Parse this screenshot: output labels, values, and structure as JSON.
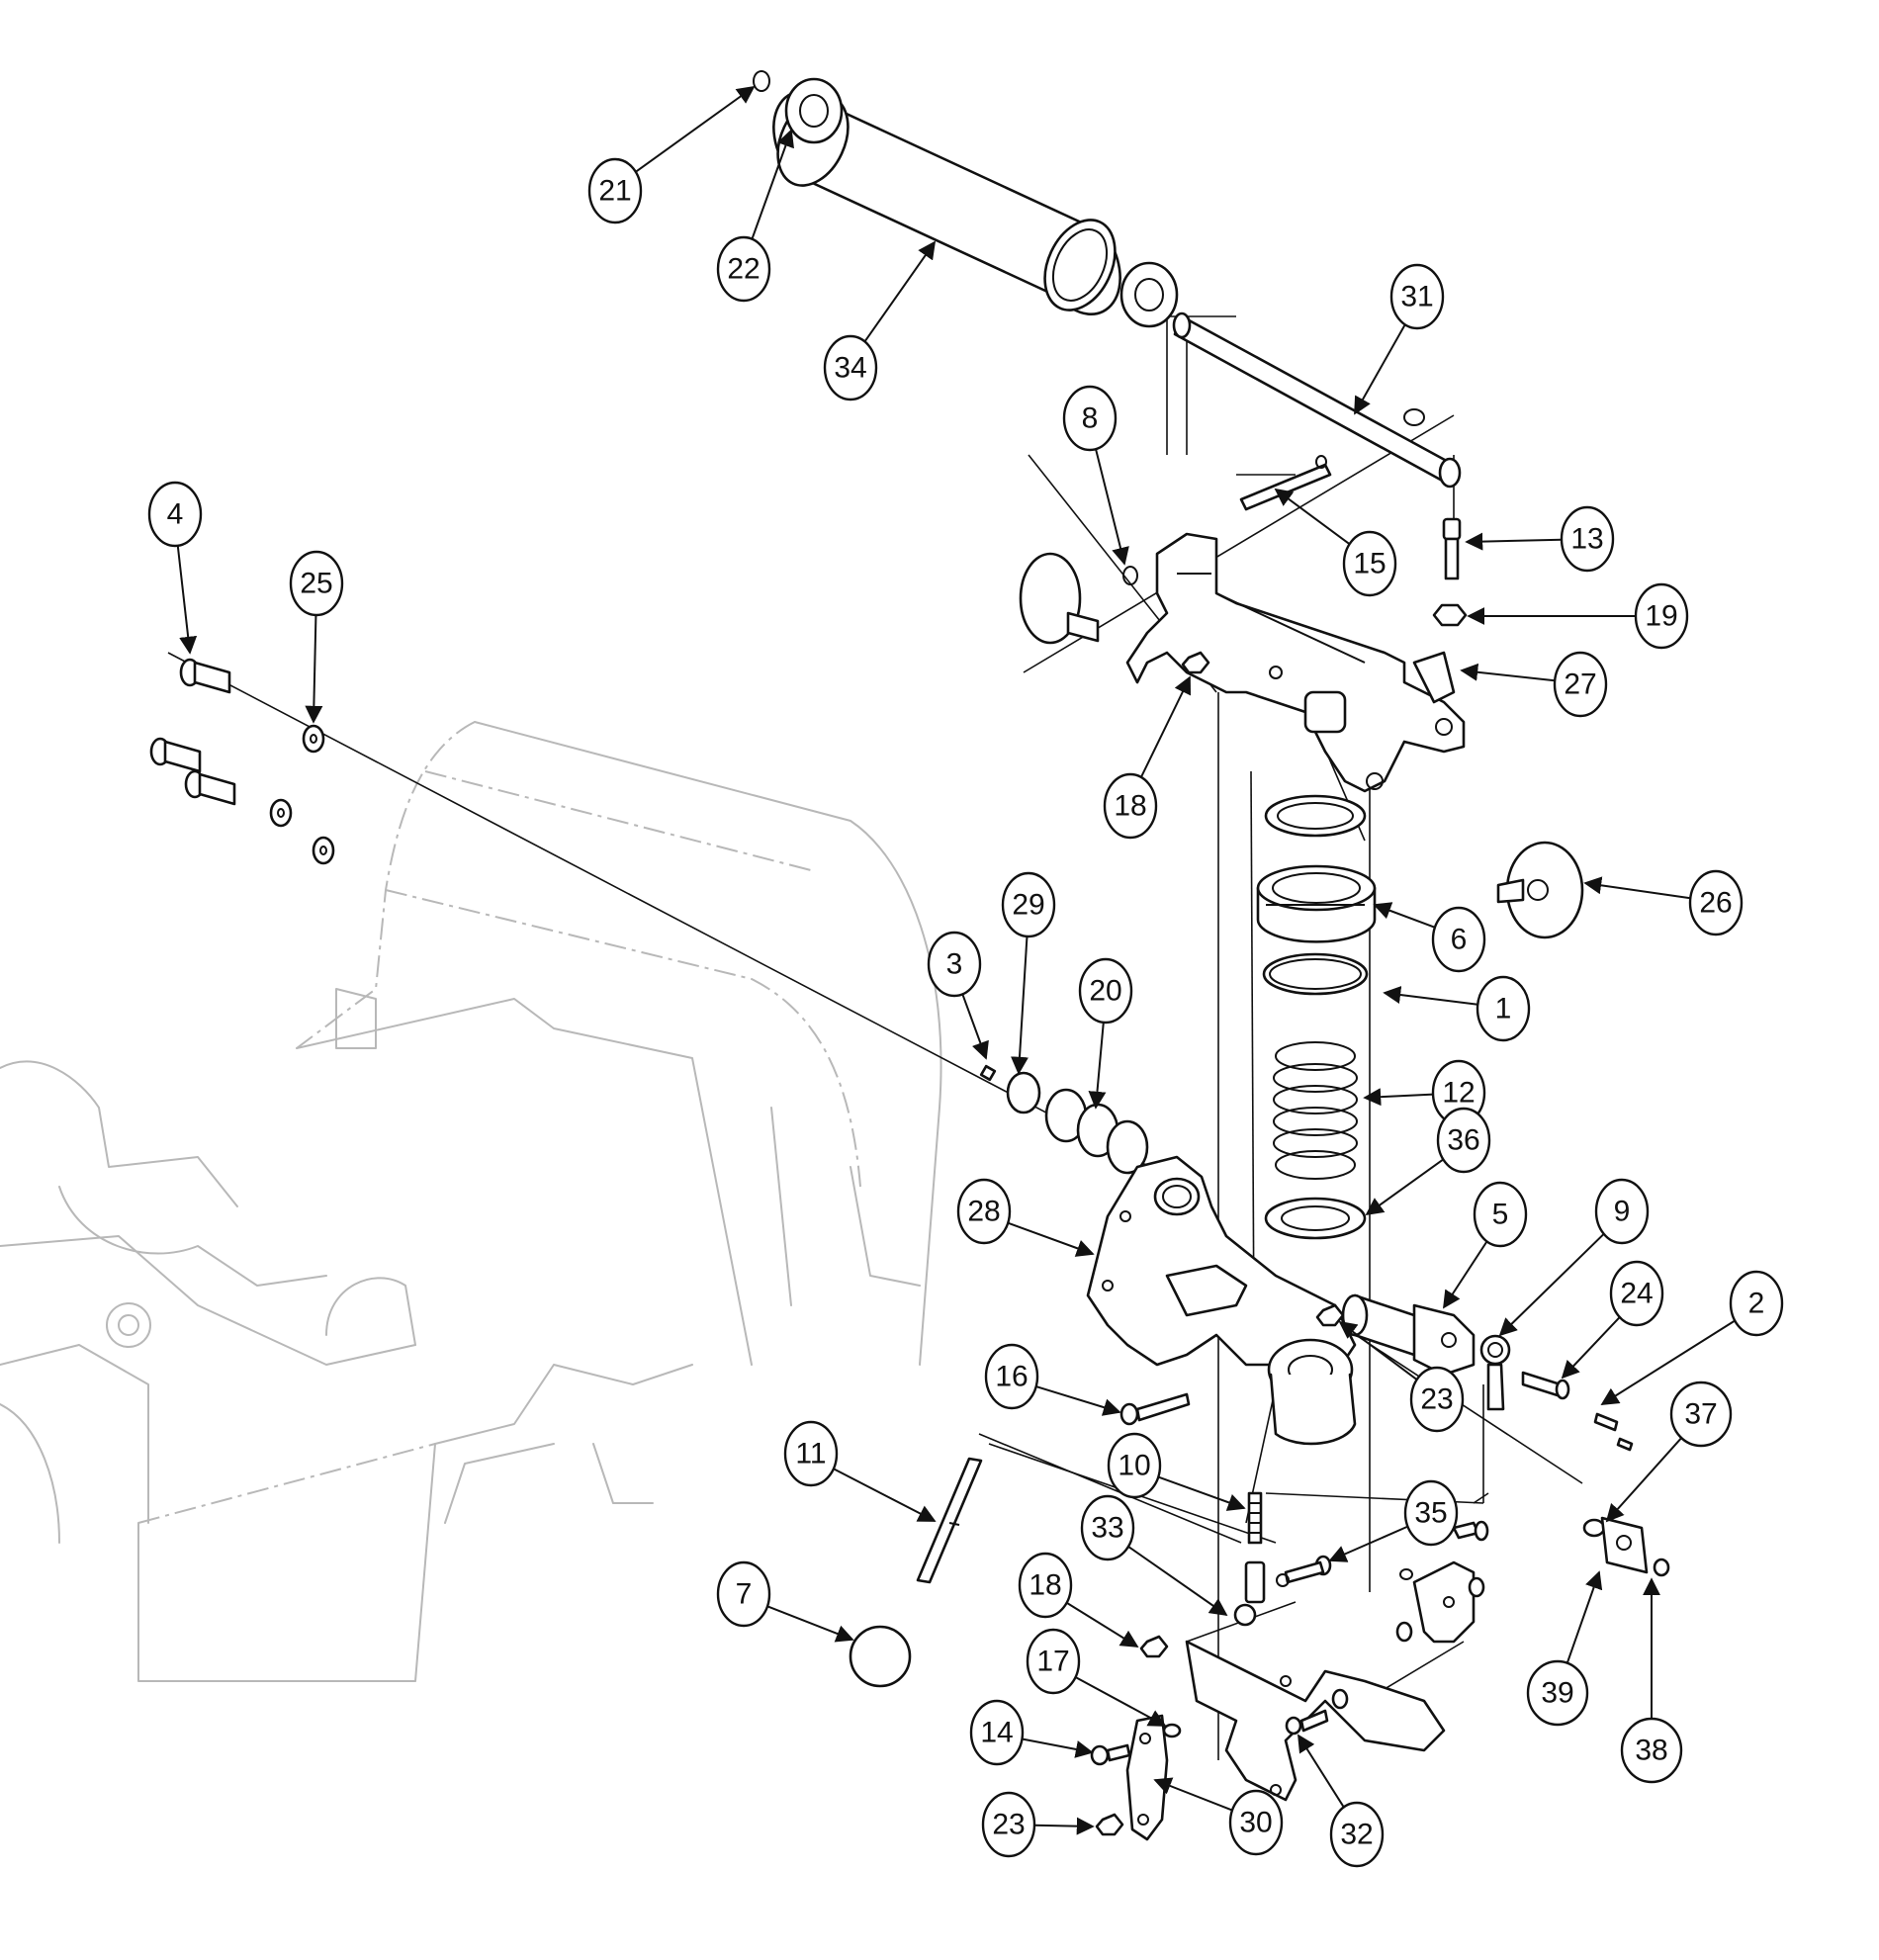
{
  "diagram": {
    "type": "exploded-parts-view",
    "callouts": [
      {
        "id": "c1",
        "label": "1"
      },
      {
        "id": "c2",
        "label": "2"
      },
      {
        "id": "c3",
        "label": "3"
      },
      {
        "id": "c4",
        "label": "4"
      },
      {
        "id": "c5",
        "label": "5"
      },
      {
        "id": "c6",
        "label": "6"
      },
      {
        "id": "c7",
        "label": "7"
      },
      {
        "id": "c8",
        "label": "8"
      },
      {
        "id": "c9",
        "label": "9"
      },
      {
        "id": "c10",
        "label": "10"
      },
      {
        "id": "c11",
        "label": "11"
      },
      {
        "id": "c12",
        "label": "12"
      },
      {
        "id": "c13",
        "label": "13"
      },
      {
        "id": "c14",
        "label": "14"
      },
      {
        "id": "c15",
        "label": "15"
      },
      {
        "id": "c16",
        "label": "16"
      },
      {
        "id": "c17",
        "label": "17"
      },
      {
        "id": "c18a",
        "label": "18"
      },
      {
        "id": "c18b",
        "label": "18"
      },
      {
        "id": "c19",
        "label": "19"
      },
      {
        "id": "c20",
        "label": "20"
      },
      {
        "id": "c21",
        "label": "21"
      },
      {
        "id": "c22",
        "label": "22"
      },
      {
        "id": "c23a",
        "label": "23"
      },
      {
        "id": "c23b",
        "label": "23"
      },
      {
        "id": "c24",
        "label": "24"
      },
      {
        "id": "c25",
        "label": "25"
      },
      {
        "id": "c26",
        "label": "26"
      },
      {
        "id": "c27",
        "label": "27"
      },
      {
        "id": "c28",
        "label": "28"
      },
      {
        "id": "c29",
        "label": "29"
      },
      {
        "id": "c30",
        "label": "30"
      },
      {
        "id": "c31",
        "label": "31"
      },
      {
        "id": "c32",
        "label": "32"
      },
      {
        "id": "c33",
        "label": "33"
      },
      {
        "id": "c34",
        "label": "34"
      },
      {
        "id": "c35",
        "label": "35"
      },
      {
        "id": "c36",
        "label": "36"
      },
      {
        "id": "c37",
        "label": "37"
      },
      {
        "id": "c38",
        "label": "38"
      },
      {
        "id": "c39",
        "label": "39"
      }
    ]
  }
}
